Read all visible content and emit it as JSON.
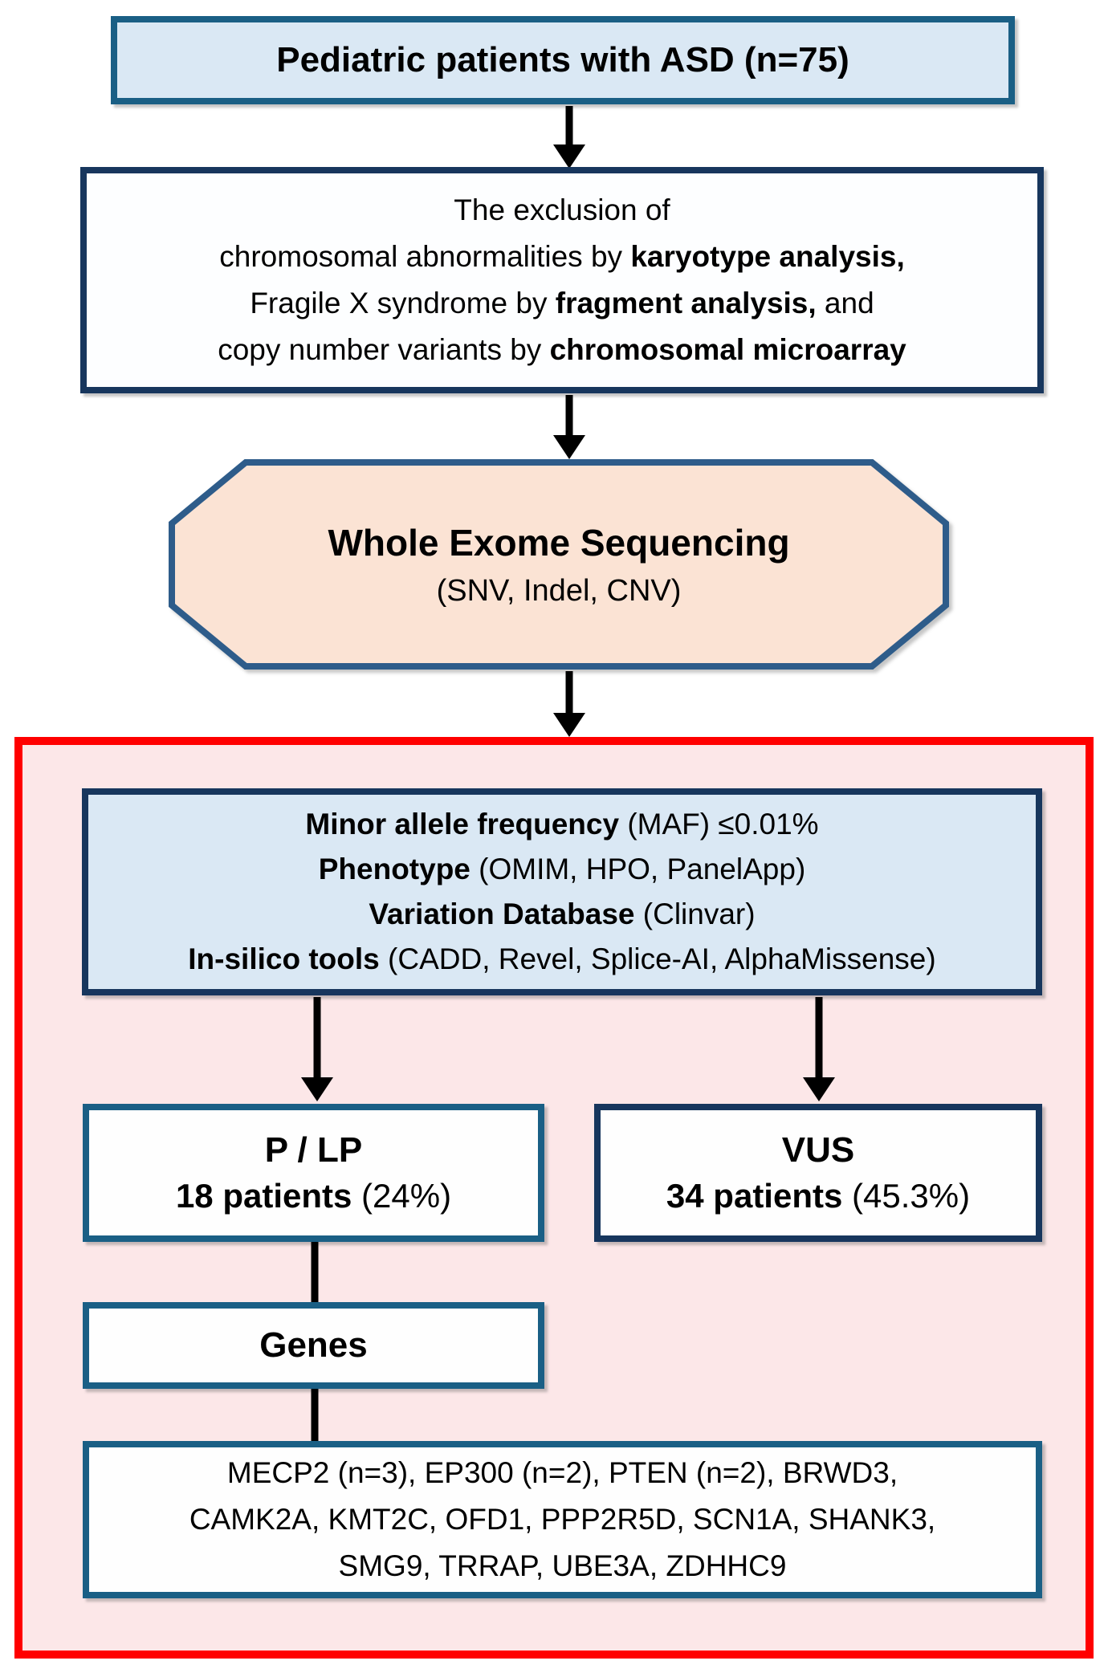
{
  "colors": {
    "teal": "#1A5F85",
    "navy": "#17365D",
    "steel": "#2E5C8A",
    "red": "#FF0000",
    "pink": "#FCE7E8",
    "lightblue": "#DAE8F4",
    "peach": "#FBE3D4",
    "white": "#FEFEFE",
    "ink": "#000000"
  },
  "figure": {
    "top_box": {
      "text": "Pediatric patients with ASD (n=75)"
    },
    "exclusion_box": {
      "lines": [
        [
          {
            "t": "The exclusion of"
          }
        ],
        [
          {
            "t": "chromosomal abnormalities by "
          },
          {
            "t": "karyotype analysis,",
            "b": true
          }
        ],
        [
          {
            "t": "Fragile X syndrome by "
          },
          {
            "t": "fragment analysis,",
            "b": true
          },
          {
            "t": " and"
          }
        ],
        [
          {
            "t": "copy number variants by "
          },
          {
            "t": "chromosomal microarray",
            "b": true
          }
        ]
      ]
    },
    "wes_hexagon": {
      "title": "Whole Exome Sequencing",
      "subtitle": "(SNV, Indel, CNV)"
    },
    "filter_box": {
      "lines": [
        [
          {
            "t": "Minor allele frequency",
            "b": true
          },
          {
            "t": " (MAF) ≤0.01%"
          }
        ],
        [
          {
            "t": "Phenotype",
            "b": true
          },
          {
            "t": " (OMIM, HPO, PanelApp)"
          }
        ],
        [
          {
            "t": "Variation Database",
            "b": true
          },
          {
            "t": " (Clinvar)"
          }
        ],
        [
          {
            "t": "In-silico tools",
            "b": true
          },
          {
            "t": " (CADD, Revel, Splice-AI, AlphaMissense)"
          }
        ]
      ]
    },
    "plp_box": {
      "title": "P / LP",
      "detail": [
        {
          "t": "18 patients",
          "b": true
        },
        {
          "t": " (24%)"
        }
      ]
    },
    "vus_box": {
      "title": "VUS",
      "detail": [
        {
          "t": "34 patients",
          "b": true
        },
        {
          "t": " (45.3%)"
        }
      ]
    },
    "genes_box": {
      "text": "Genes"
    },
    "gene_list_box": {
      "lines": [
        "MECP2 (n=3), EP300 (n=2), PTEN (n=2), BRWD3,",
        "CAMK2A, KMT2C, OFD1, PPP2R5D, SCN1A, SHANK3,",
        "SMG9, TRRAP, UBE3A, ZDHHC9"
      ]
    }
  }
}
